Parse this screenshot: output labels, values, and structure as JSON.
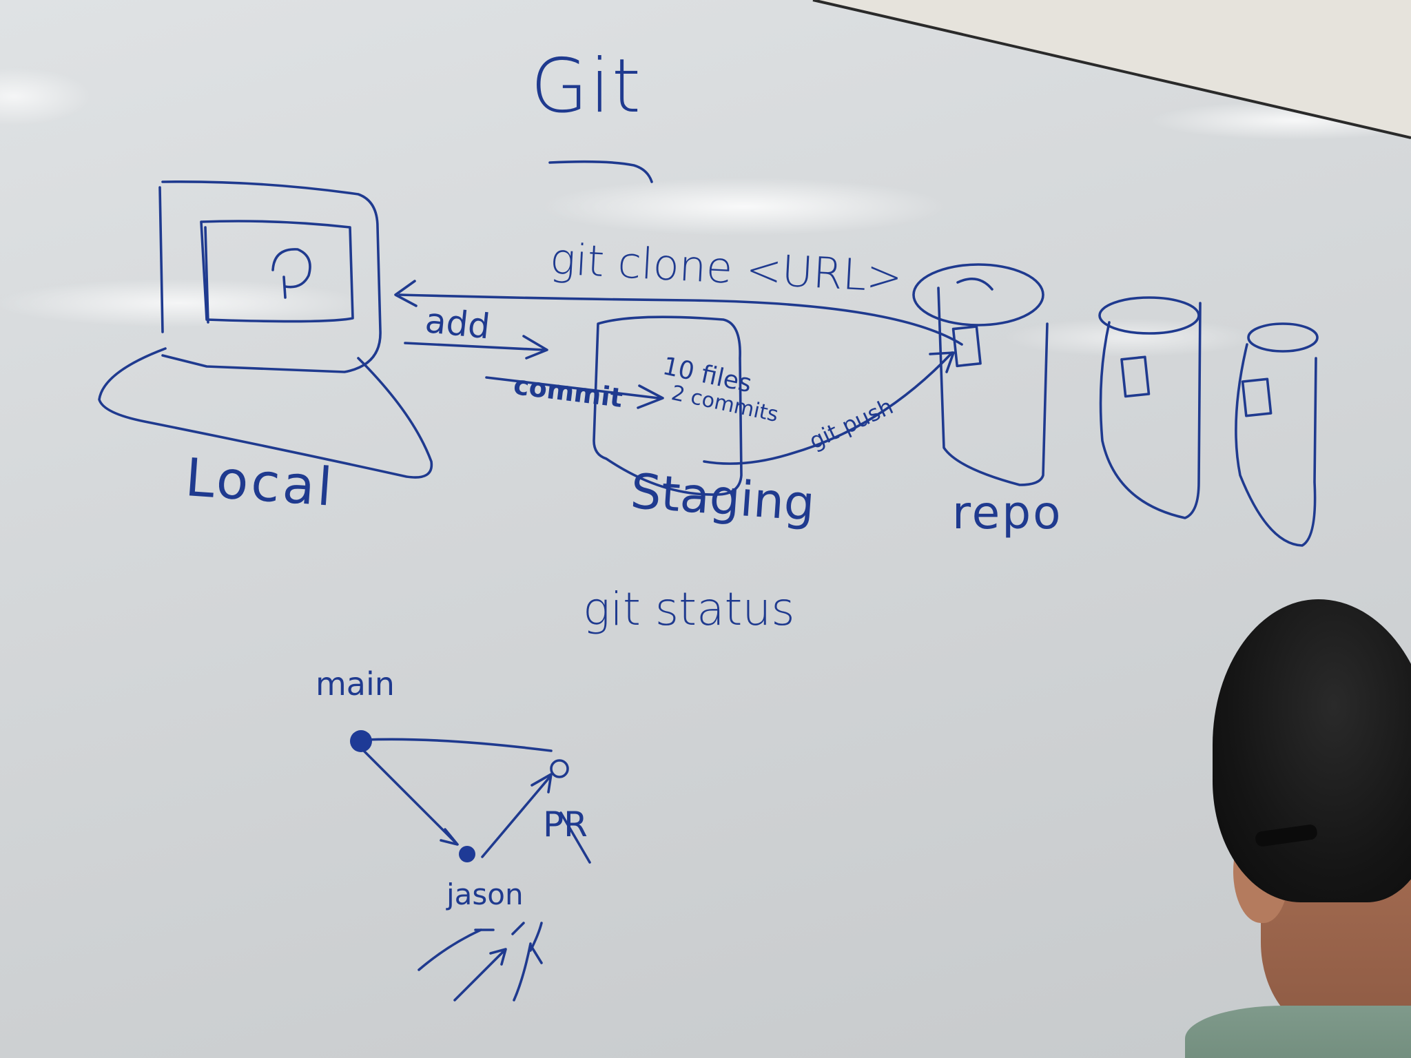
{
  "whiteboard": {
    "title": "Git",
    "clone_label": "git clone <URL>",
    "add_label": "add",
    "commit_label": "commit",
    "staging_files": "10 files",
    "staging_commits": "2 commits",
    "push_label": "git push",
    "local_label": "Local",
    "staging_label": "Staging",
    "repo_label": "repo",
    "status_label": "git status",
    "branch_main": "main",
    "branch_pr": "PR",
    "branch_jason": "jason"
  },
  "colors": {
    "marker": "#1f3a8f",
    "board": "#d6d9db"
  }
}
